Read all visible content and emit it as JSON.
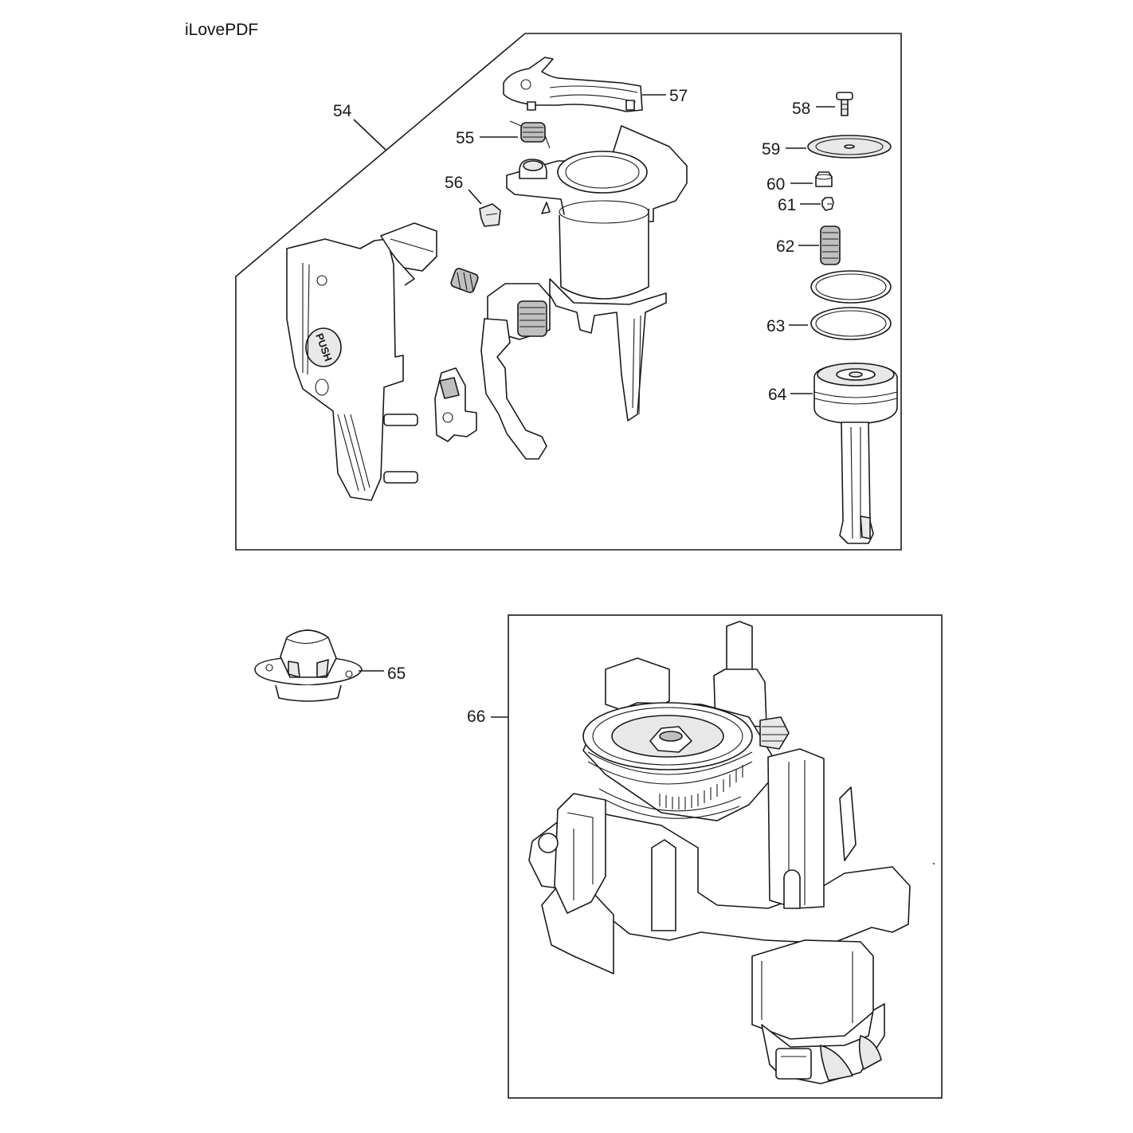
{
  "watermark": "iLovePDF",
  "callouts": {
    "c54": "54",
    "c55": "55",
    "c56": "56",
    "c57": "57",
    "c58": "58",
    "c59": "59",
    "c60": "60",
    "c61": "61",
    "c62": "62",
    "c63": "63",
    "c64": "64",
    "c65": "65",
    "c66": "66"
  },
  "part_markings": {
    "push_button": "PUSH"
  }
}
